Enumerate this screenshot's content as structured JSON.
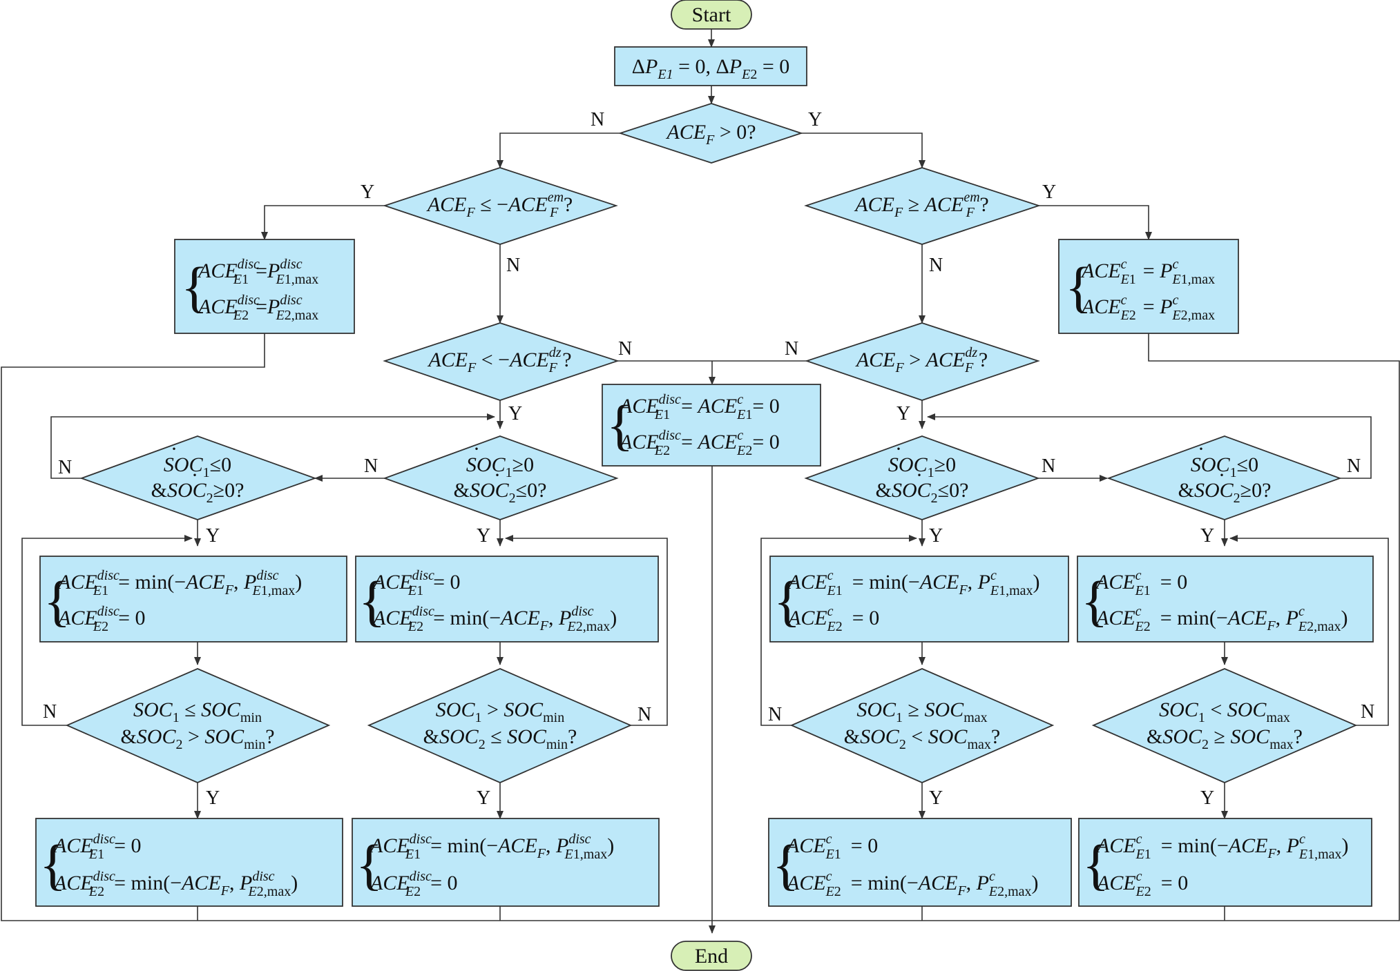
{
  "colors": {
    "box": "#bde8f9",
    "terminal": "#d7efb6",
    "line": "#333333"
  },
  "terminals": {
    "start": "Start",
    "end": "End"
  },
  "edge_labels": {
    "yes": "Y",
    "no": "N"
  },
  "nodes": {
    "init": "ΔP_{E1} = 0, ΔP_{E2} = 0",
    "d_sign": "ACE_F > 0?",
    "d_emerg_neg": "ACE_F ≤ −ACE_F^{em}?",
    "d_emerg_pos": "ACE_F ≥ ACE_F^{em}?",
    "p_emerg_disc": [
      "ACE_{E1}^{disc} = P_{E1,max}^{disc}",
      "ACE_{E2}^{disc} = P_{E2,max}^{disc}"
    ],
    "p_emerg_chg": [
      "ACE_{E1}^{c} = P_{E1,max}^{c}",
      "ACE_{E2}^{c} = P_{E2,max}^{c}"
    ],
    "d_dz_neg": "ACE_F < −ACE_F^{dz}?",
    "d_dz_pos": "ACE_F > ACE_F^{dz}?",
    "p_deadzone": [
      "ACE_{E1}^{disc} = ACE_{E1}^{c} = 0",
      "ACE_{E2}^{disc} = ACE_{E2}^{c} = 0"
    ],
    "d_soc_a": [
      "SOC_1 ≥ 0",
      "& SOC_2 ≤ 0?"
    ],
    "d_soc_b": [
      "SOC_1 ≤ 0",
      "& SOC_2 ≥ 0?"
    ],
    "d_soc_c": [
      "SOC_1 ≥ 0",
      "& SOC_2 ≤ 0?"
    ],
    "d_soc_d": [
      "SOC_1 ≤ 0",
      "& SOC_2 ≥ 0?"
    ],
    "p_l1": [
      "ACE_{E1}^{disc} = min(−ACE_F, P_{E1,max}^{disc})",
      "ACE_{E2}^{disc} = 0"
    ],
    "p_l2": [
      "ACE_{E1}^{disc} = 0",
      "ACE_{E2}^{disc} = min(−ACE_F, P_{E2,max}^{disc})"
    ],
    "p_r1": [
      "ACE_{E1}^{c} = min(−ACE_F, P_{E1,max}^{c})",
      "ACE_{E2}^{c} = 0"
    ],
    "p_r2": [
      "ACE_{E1}^{c} = 0",
      "ACE_{E2}^{c} = min(−ACE_F, P_{E2,max}^{c})"
    ],
    "d_l1": [
      "SOC_1 ≤ SOC_min",
      "& SOC_2 > SOC_min?"
    ],
    "d_l2": [
      "SOC_1 > SOC_min",
      "& SOC_2 ≤ SOC_min?"
    ],
    "d_r1": [
      "SOC_1 ≥ SOC_max",
      "& SOC_2 < SOC_max?"
    ],
    "d_r2": [
      "SOC_1 < SOC_max",
      "& SOC_2 ≥ SOC_max?"
    ],
    "p_l1b": [
      "ACE_{E1}^{disc} = 0",
      "ACE_{E2}^{disc} = min(−ACE_F, P_{E2,max}^{disc})"
    ],
    "p_l2b": [
      "ACE_{E1}^{disc} = min(−ACE_F, P_{E1,max}^{disc})",
      "ACE_{E2}^{disc} = 0"
    ],
    "p_r1b": [
      "ACE_{E1}^{c} = 0",
      "ACE_{E2}^{c} = min(−ACE_F, P_{E2,max}^{c})"
    ],
    "p_r2b": [
      "ACE_{E1}^{c} = min(−ACE_F, P_{E1,max}^{c})",
      "ACE_{E2}^{c} = 0"
    ]
  }
}
